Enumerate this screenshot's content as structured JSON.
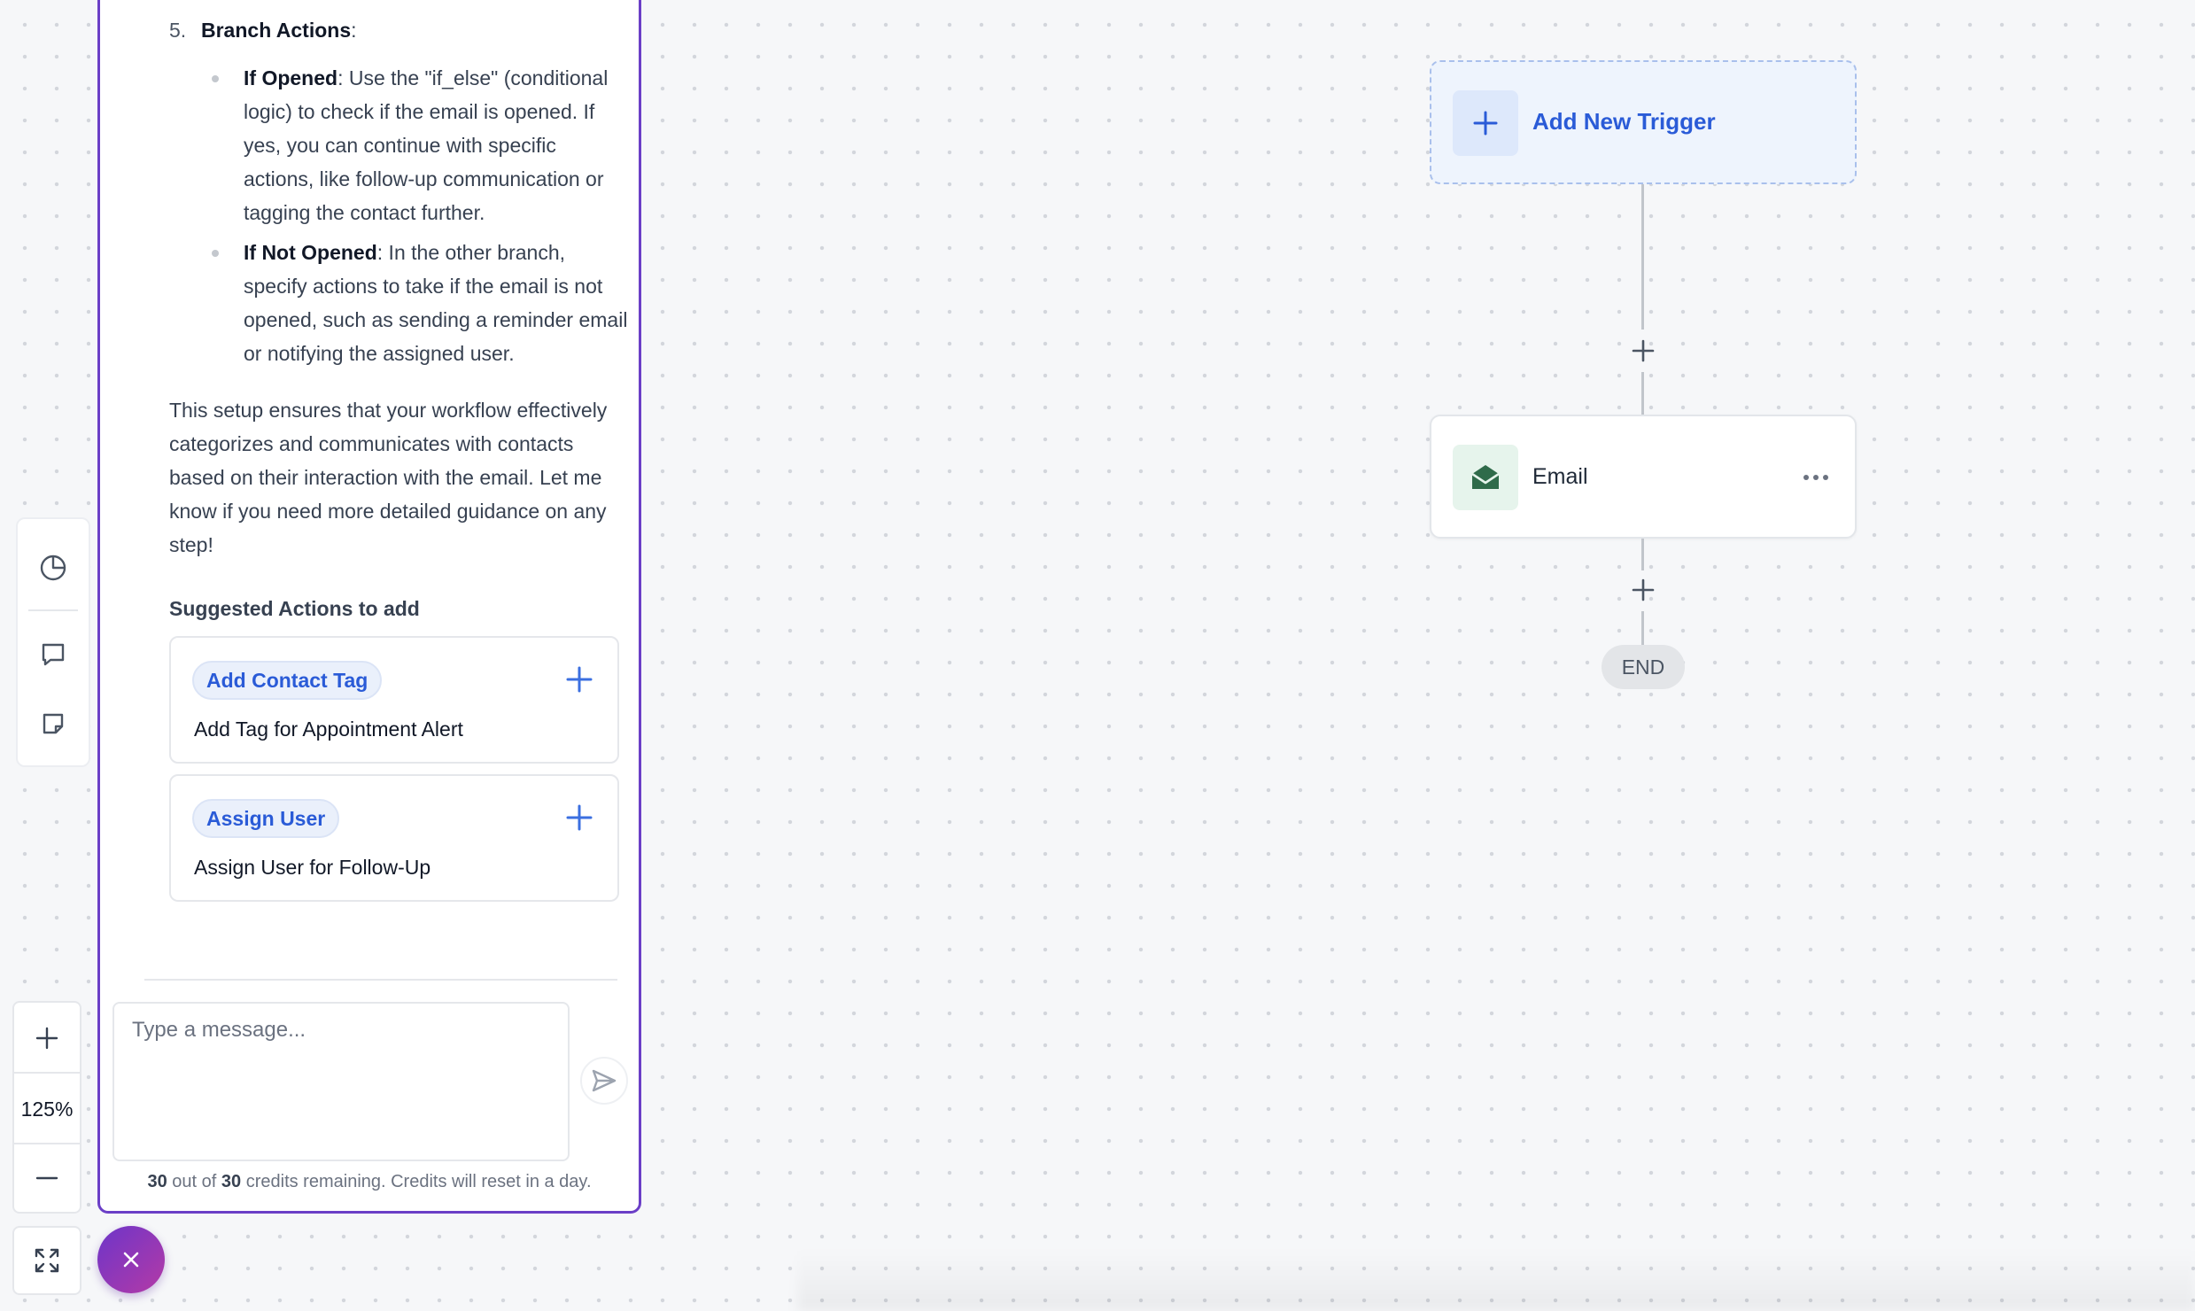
{
  "chat": {
    "step_number": "5.",
    "step_title": "Branch Actions",
    "step_colon": ":",
    "bullets": [
      {
        "title": "If Opened",
        "text": ": Use the \"if_else\" (conditional logic) to check if the email is opened. If yes, you can continue with specific actions, like follow-up communication or tagging the contact further."
      },
      {
        "title": "If Not Opened",
        "text": ": In the other branch, specify actions to take if the email is not opened, such as sending a reminder email or notifying the assigned user."
      }
    ],
    "summary": "This setup ensures that your workflow effectively categorizes and communicates with contacts based on their interaction with the email. Let me know if you need more detailed guidance on any step!",
    "suggested_title": "Suggested Actions to add",
    "suggested_actions": [
      {
        "chip": "Add Contact Tag",
        "description": "Add Tag for Appointment Alert"
      },
      {
        "chip": "Assign User",
        "description": "Assign User for Follow-Up"
      }
    ],
    "input_placeholder": "Type a message...",
    "credits": {
      "remaining": "30",
      "out_of_text": "out of",
      "total": "30",
      "suffix": "credits remaining. Credits will reset in a day."
    }
  },
  "rail": {
    "icons": [
      "history-icon",
      "chat-icon",
      "note-icon"
    ]
  },
  "zoom": {
    "level": "125%"
  },
  "workflow": {
    "trigger_label": "Add New Trigger",
    "email_label": "Email",
    "end_label": "END"
  },
  "colors": {
    "accent": "#6b3fc7",
    "link_blue": "#2a5bd7",
    "email_green": "#2f6b4a"
  }
}
